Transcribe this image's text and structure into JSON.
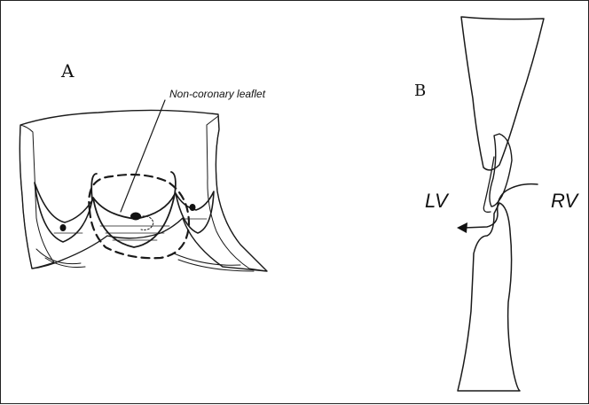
{
  "panel_a": {
    "label": "A",
    "annotation": "Non-coronary leaflet"
  },
  "panel_b": {
    "label": "B",
    "left_label": "LV",
    "right_label": "RV"
  }
}
